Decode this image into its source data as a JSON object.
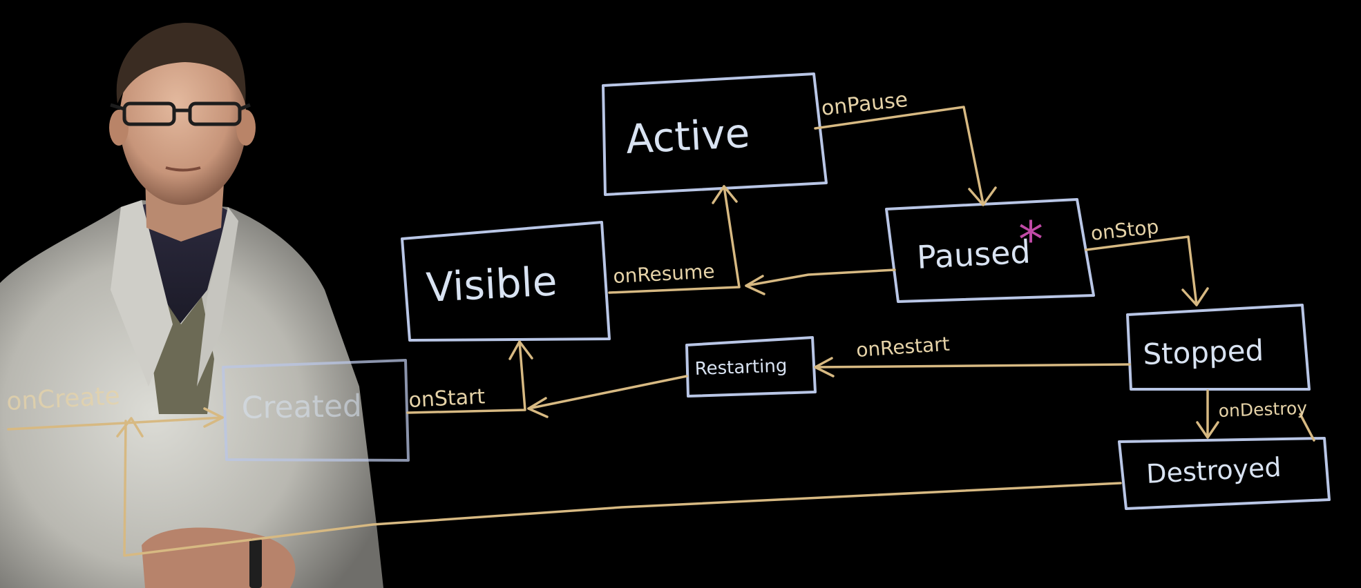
{
  "colors": {
    "background": "#000000",
    "state_outline": "#b9c6e6",
    "state_text": "#d9e3f2",
    "transition": "#d7b982",
    "highlight_star": "#c04aa6"
  },
  "diagram": {
    "states": {
      "active": "Active",
      "paused": "Paused",
      "visible": "Visible",
      "stopped": "Stopped",
      "restarting": "Restarting",
      "created": "Created",
      "destroyed": "Destroyed"
    },
    "transitions": {
      "on_create": "onCreate",
      "on_start": "onStart",
      "on_resume": "onResume",
      "on_pause": "onPause",
      "on_stop": "onStop",
      "on_restart": "onRestart",
      "on_destroy": "onDestroy"
    },
    "annotations": {
      "paused_marker": "*"
    }
  }
}
